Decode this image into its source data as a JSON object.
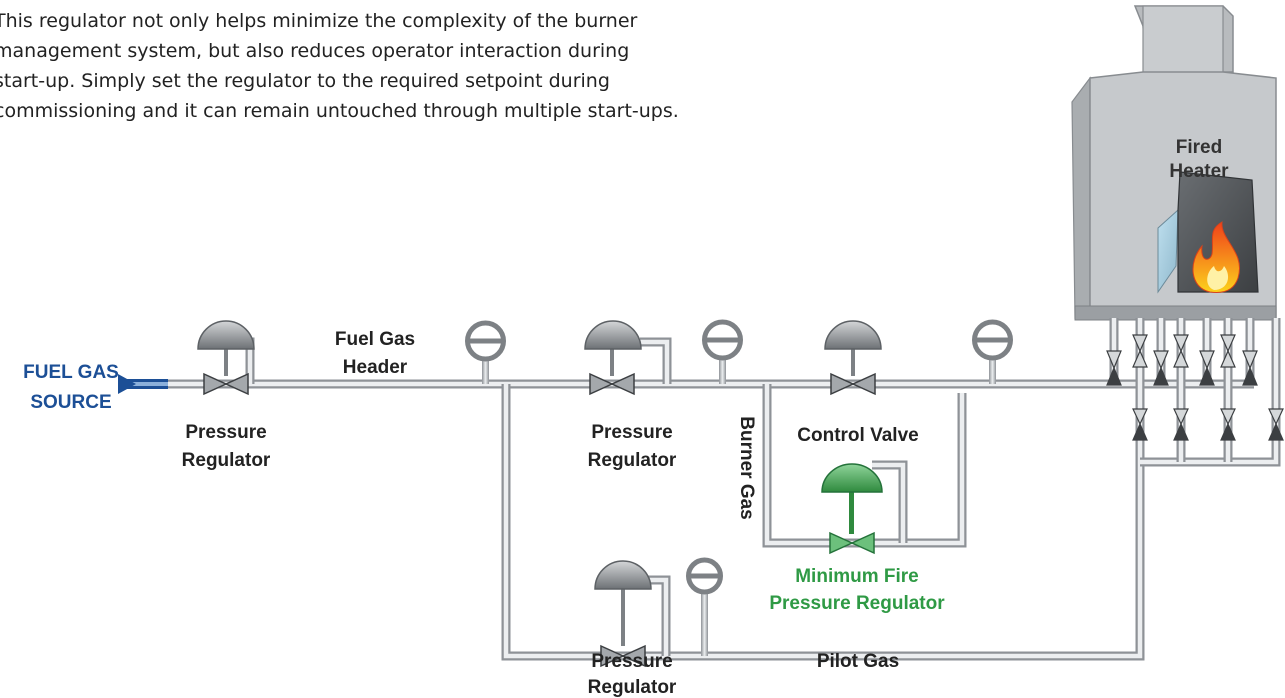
{
  "intro_lines": [
    "This regulator not only helps minimize the complexity of the burner",
    "management system, but also reduces operator interaction during",
    "start-up. Simply set the regulator to the required setpoint during",
    "commissioning and it can remain untouched through multiple start-ups."
  ],
  "labels": {
    "source_line1": "FUEL GAS",
    "source_line2": "SOURCE",
    "header_line1": "Fuel Gas",
    "header_line2": "Header",
    "reg1_line1": "Pressure",
    "reg1_line2": "Regulator",
    "reg2_line1": "Pressure",
    "reg2_line2": "Regulator",
    "reg3_line1": "Pressure",
    "reg3_line2": "Regulator",
    "burner_gas": "Burner Gas",
    "control_valve": "Control Valve",
    "min_fire_line1": "Minimum Fire",
    "min_fire_line2": "Pressure Regulator",
    "pilot_gas": "Pilot Gas",
    "heater_line1": "Fired",
    "heater_line2": "Heater"
  },
  "colors": {
    "source_blue": "#1c4f96",
    "min_fire_green": "#2f9a45",
    "pipe_gray": "#8e9297",
    "heater_gray": "#c3c6c8",
    "flame_orange": "#f26a1b"
  },
  "icons": [
    "flame-icon",
    "pressure-gauge-icon",
    "valve-icon",
    "regulator-actuator-icon"
  ]
}
